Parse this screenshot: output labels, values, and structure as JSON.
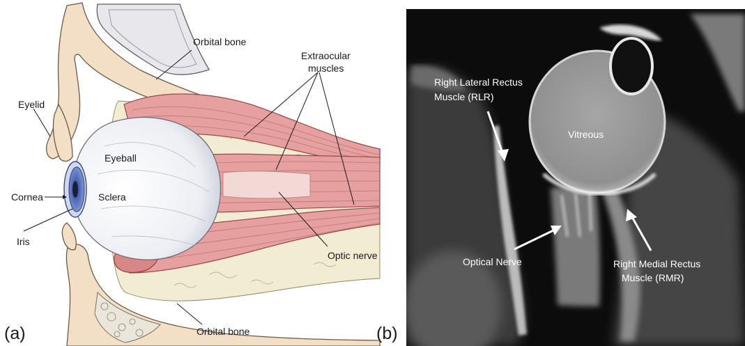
{
  "panel_a": {
    "panel_label": "(a)",
    "labels": {
      "orbital_bone_top": "Orbital bone",
      "extraocular_muscles_line1": "Extraocular",
      "extraocular_muscles_line2": "muscles",
      "eyelid": "Eyelid",
      "eyeball": "Eyeball",
      "cornea": "Cornea",
      "sclera": "Sclera",
      "iris": "Iris",
      "optic_nerve": "Optic nerve",
      "orbital_bone_bottom": "Orbital bone"
    },
    "colors": {
      "muscle": "#e6a0a0",
      "bone": "#f2dfc6",
      "iris": "#7b95d6",
      "sclera": "#f4f4f8"
    }
  },
  "panel_b": {
    "panel_label": "(b)",
    "labels": {
      "rlr_line1": "Right Lateral Rectus",
      "rlr_line2": "Muscle (RLR)",
      "vitreous": "Vitreous",
      "optical_nerve": "Optical Nerve",
      "rmr_line1": "Right Medial Rectus",
      "rmr_line2": "Muscle (RMR)"
    },
    "colors": {
      "background": "#0c0c0c",
      "vitreous": "#9c9c9c",
      "label": "#ffffff"
    }
  }
}
